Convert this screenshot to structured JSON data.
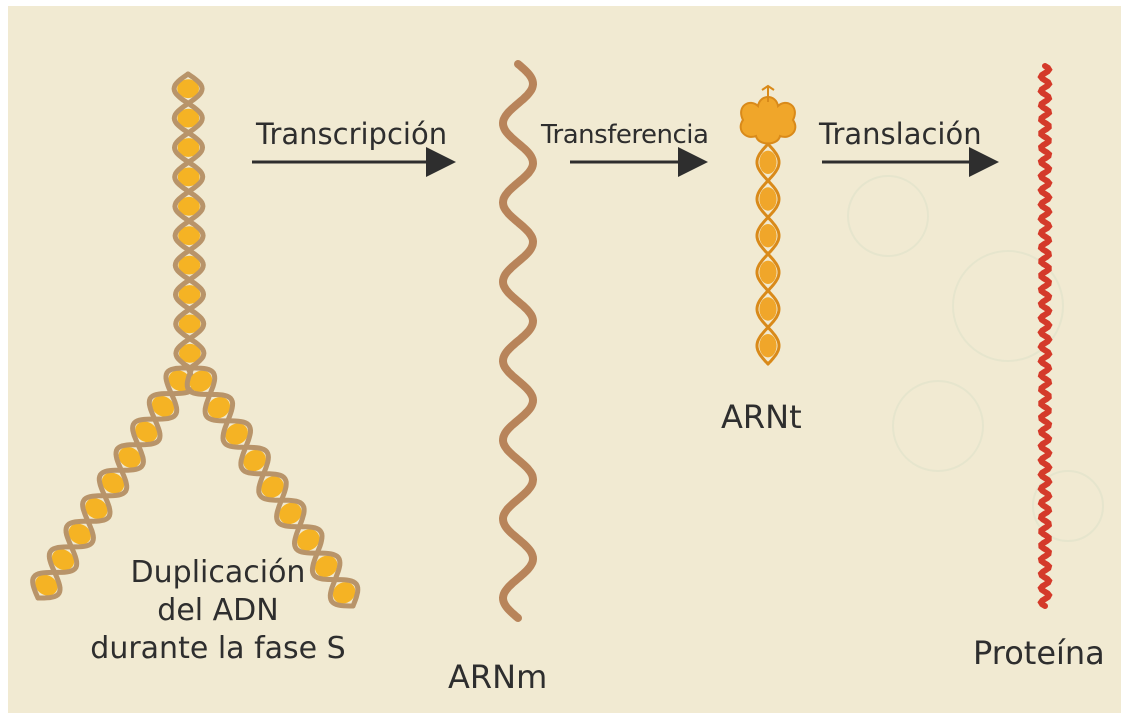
{
  "labels": {
    "transcription": "Transcripción",
    "transfer": "Transferencia",
    "translation": "Translación",
    "trna": "ARNt",
    "mrna": "ARNm",
    "protein": "Proteína",
    "dna_duplication": [
      "Duplicación",
      "del ADN",
      "durante la fase S"
    ]
  },
  "colors": {
    "background": "#f1ead2",
    "dna_strand": "#b8946a",
    "dna_base": "#f5b324",
    "mrna": "#b8845a",
    "trna": "#f0a62a",
    "protein": "#d43a2a",
    "arrow": "#2e2e2e",
    "text": "#2e2e2e"
  }
}
